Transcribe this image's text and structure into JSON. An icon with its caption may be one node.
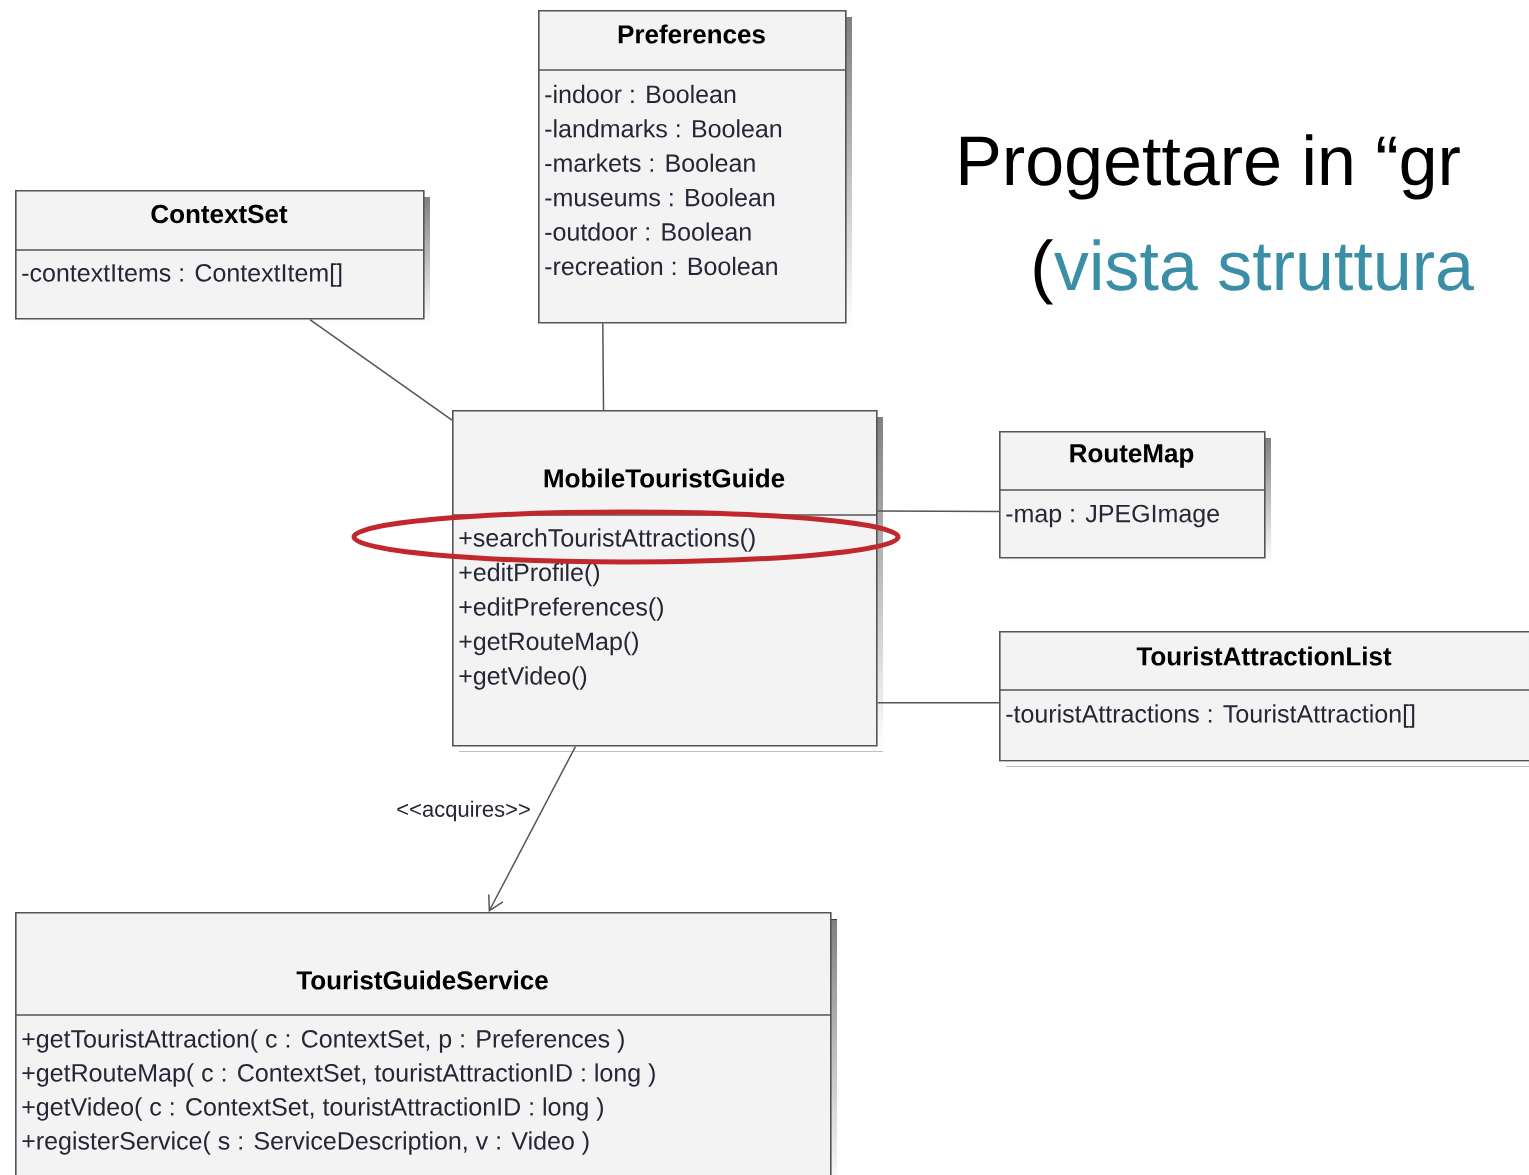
{
  "diagram": {
    "title": "Progettare in “gr",
    "nodes": [
      {
        "text": [
          "Preferences",
          "-indoor : Boolean",
          "-landmarks : Boolean",
          "-markets : Boolean",
          "-museums : Boolean",
          "-outdoor : Boolean",
          "-recreation : Boolean"
        ]
      },
      {
        "text": [
          "ContextSet",
          "-contextItems : ContextItem[]"
        ]
      },
      {
        "text": [
          "MobileTouristGuide",
          "+searchTouristAttractions()",
          "+editProfile()",
          "+editPreferences()",
          "+getRouteMap()",
          "+getVideo()"
        ]
      },
      {
        "text": [
          "RouteMap",
          "-map : JPEGImage"
        ]
      },
      {
        "text": [
          "TouristAttractionList",
          "-touristAttractions : TouristAttraction[]"
        ]
      },
      {
        "text": [
          "TouristGuideService",
          "+getTouristAttraction( c : ContextSet, p : Preferences )",
          "+getRouteMap( c : ContextSet, touristAttractionID : long )",
          "+getVideo( c : ContextSet, touristAttractionID : long )",
          "+registerService( s : ServiceDescription, v : Video )"
        ]
      }
    ],
    "edges": [
      {
        "from": 1,
        "to": 2,
        "arrow": "none"
      },
      {
        "from": 0,
        "to": 2,
        "arrow": "none"
      },
      {
        "from": 2,
        "to": 3,
        "arrow": "none"
      },
      {
        "from": 2,
        "to": 4,
        "arrow": "none"
      },
      {
        "from": 2,
        "to": 5,
        "arrow": "to",
        "label": "<<acquires>>"
      }
    ],
    "labels": [
      "(",
      "vista struttura"
    ]
  }
}
